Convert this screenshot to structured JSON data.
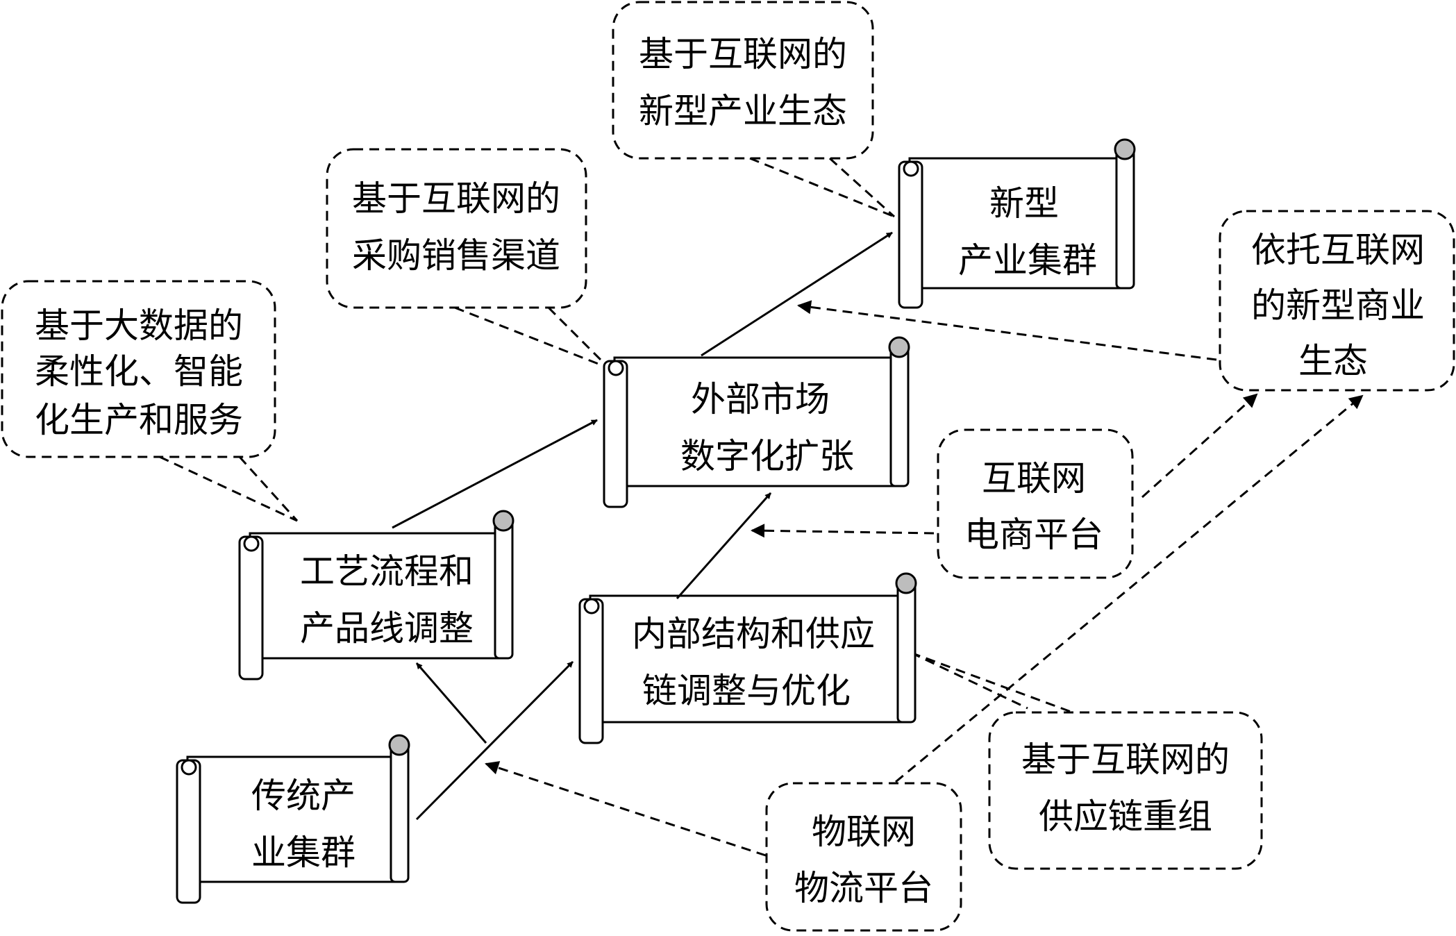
{
  "scrolls": {
    "traditional": {
      "line1": "传统产",
      "line2": "业集群"
    },
    "process": {
      "line1": "工艺流程和",
      "line2": "产品线调整"
    },
    "internal": {
      "line1": "内部结构和供应",
      "line2": "链调整与优化"
    },
    "external": {
      "line1": "外部市场",
      "line2": "数字化扩张"
    },
    "new_cluster": {
      "line1": "新型",
      "line2": "产业集群"
    }
  },
  "callouts": {
    "bigdata": {
      "line1": "基于大数据的",
      "line2": "柔性化、智能",
      "line3": "化生产和服务"
    },
    "procurement": {
      "line1": "基于互联网的",
      "line2": "采购销售渠道"
    },
    "ecology": {
      "line1": "基于互联网的",
      "line2": "新型产业生态"
    },
    "commerce": {
      "line1": "依托互联网",
      "line2": "的新型商业",
      "line3": "生态"
    },
    "ecommerce": {
      "line1": "互联网",
      "line2": "电商平台"
    },
    "supply_chain": {
      "line1": "基于互联网的",
      "line2": "供应链重组"
    },
    "logistics": {
      "line1": "物联网",
      "line2": "物流平台"
    }
  }
}
